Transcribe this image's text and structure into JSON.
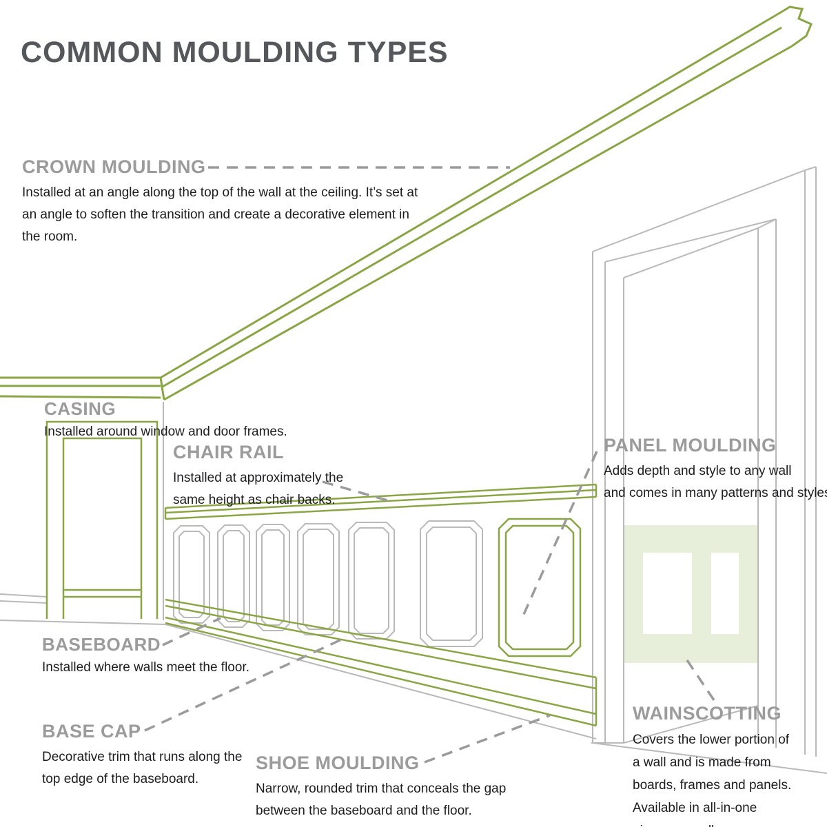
{
  "title": "COMMON MOULDING TYPES",
  "colors": {
    "accent_green": "#8aa545",
    "light_green": "#e7eed9",
    "label_gray": "#9b9b9b",
    "line_gray": "#b9b9b9",
    "title_gray": "#55575b",
    "text_dark": "#1d1d1f"
  },
  "labels": {
    "crown": {
      "name": "CROWN MOULDING",
      "lines": [
        "Installed at an angle along the top of the wall at the ceiling.  It’s set at",
        "an angle to soften the transition and create a decorative element in",
        "the room."
      ]
    },
    "casing": {
      "name": "CASING",
      "lines": [
        "Installed around window and door frames."
      ]
    },
    "chair_rail": {
      "name": "CHAIR RAIL",
      "lines": [
        "Installed at approximately the",
        "same height as chair backs."
      ]
    },
    "panel_moulding": {
      "name": "PANEL MOULDING",
      "lines": [
        "Adds depth and style to any wall",
        "and comes in many patterns and styles."
      ]
    },
    "baseboard": {
      "name": "BASEBOARD",
      "lines": [
        "Installed where walls meet the floor."
      ]
    },
    "base_cap": {
      "name": "BASE CAP",
      "lines": [
        "Decorative trim that runs along the",
        "top edge of the baseboard."
      ]
    },
    "shoe_moulding": {
      "name": "SHOE MOULDING",
      "lines": [
        "Narrow, rounded trim that conceals the gap",
        "between the baseboard and the floor."
      ]
    },
    "wainscotting": {
      "name": "WAINSCOTTING",
      "lines": [
        "Covers the lower portion of",
        "a wall and is made from",
        "boards, frames and panels.",
        "Available in all-in-one",
        "pieces as well."
      ]
    }
  }
}
